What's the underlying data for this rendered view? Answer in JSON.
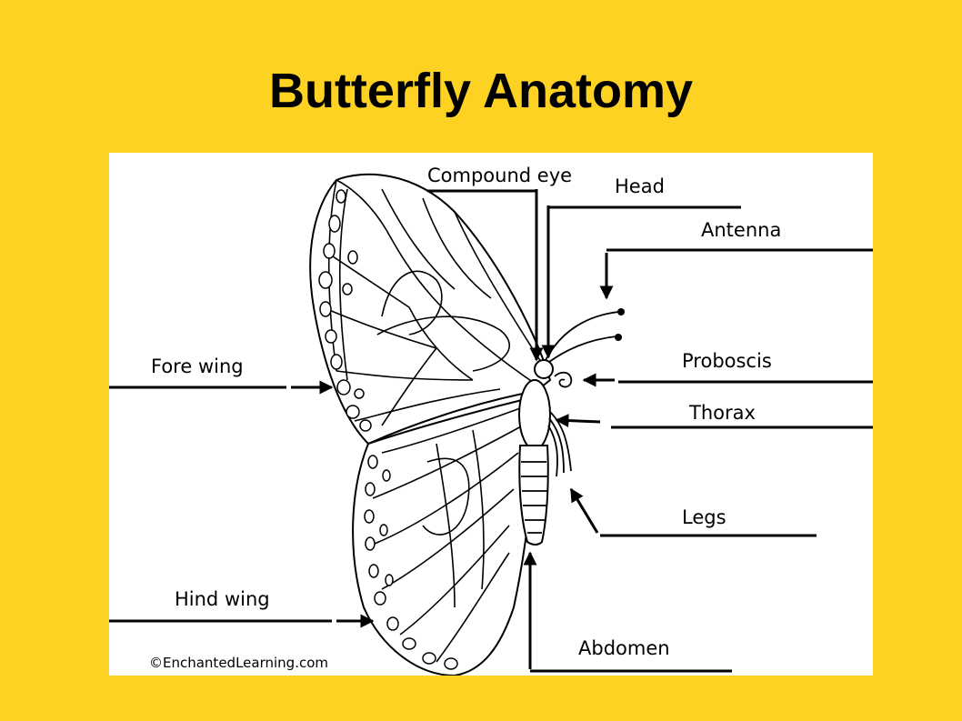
{
  "slide": {
    "title": "Butterfly Anatomy"
  },
  "diagram": {
    "labels": {
      "compound_eye": "Compound eye",
      "head": "Head",
      "antenna": "Antenna",
      "fore_wing": "Fore wing",
      "proboscis": "Proboscis",
      "thorax": "Thorax",
      "legs": "Legs",
      "hind_wing": "Hind wing",
      "abdomen": "Abdomen"
    },
    "copyright": "©EnchantedLearning.com"
  },
  "colors": {
    "background": "#FDD223",
    "panel": "#FFFFFF",
    "ink": "#000000"
  }
}
